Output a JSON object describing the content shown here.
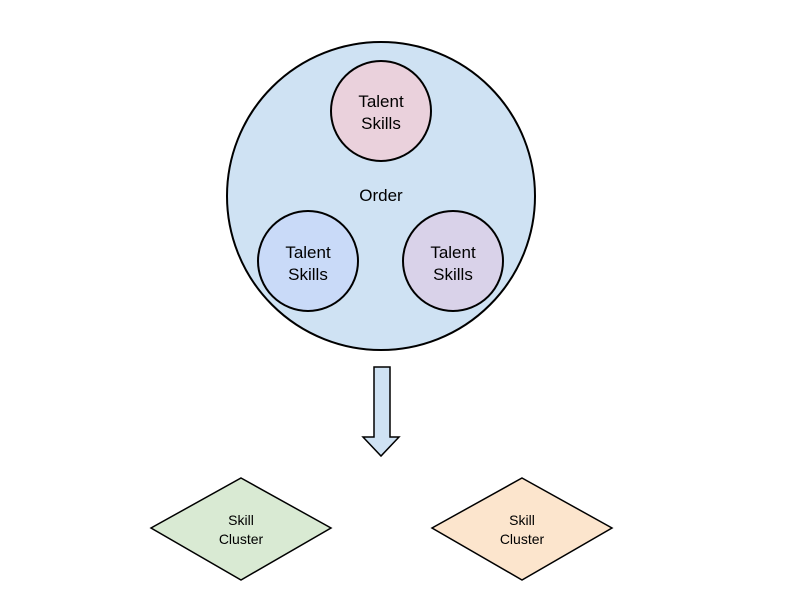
{
  "diagram": {
    "order": {
      "label": "Order",
      "fill": "#cfe2f3",
      "stroke": "#000000"
    },
    "talents": [
      {
        "line1": "Talent",
        "line2": "Skills",
        "fill": "#ead1dc"
      },
      {
        "line1": "Talent",
        "line2": "Skills",
        "fill": "#c9daf8"
      },
      {
        "line1": "Talent",
        "line2": "Skills",
        "fill": "#d9d2e9"
      }
    ],
    "arrow": {
      "fill": "#cfe2f3",
      "stroke": "#000000"
    },
    "clusters": [
      {
        "line1": "Skill",
        "line2": "Cluster",
        "fill": "#d9ead3"
      },
      {
        "line1": "Skill",
        "line2": "Cluster",
        "fill": "#fce5cd"
      }
    ]
  }
}
